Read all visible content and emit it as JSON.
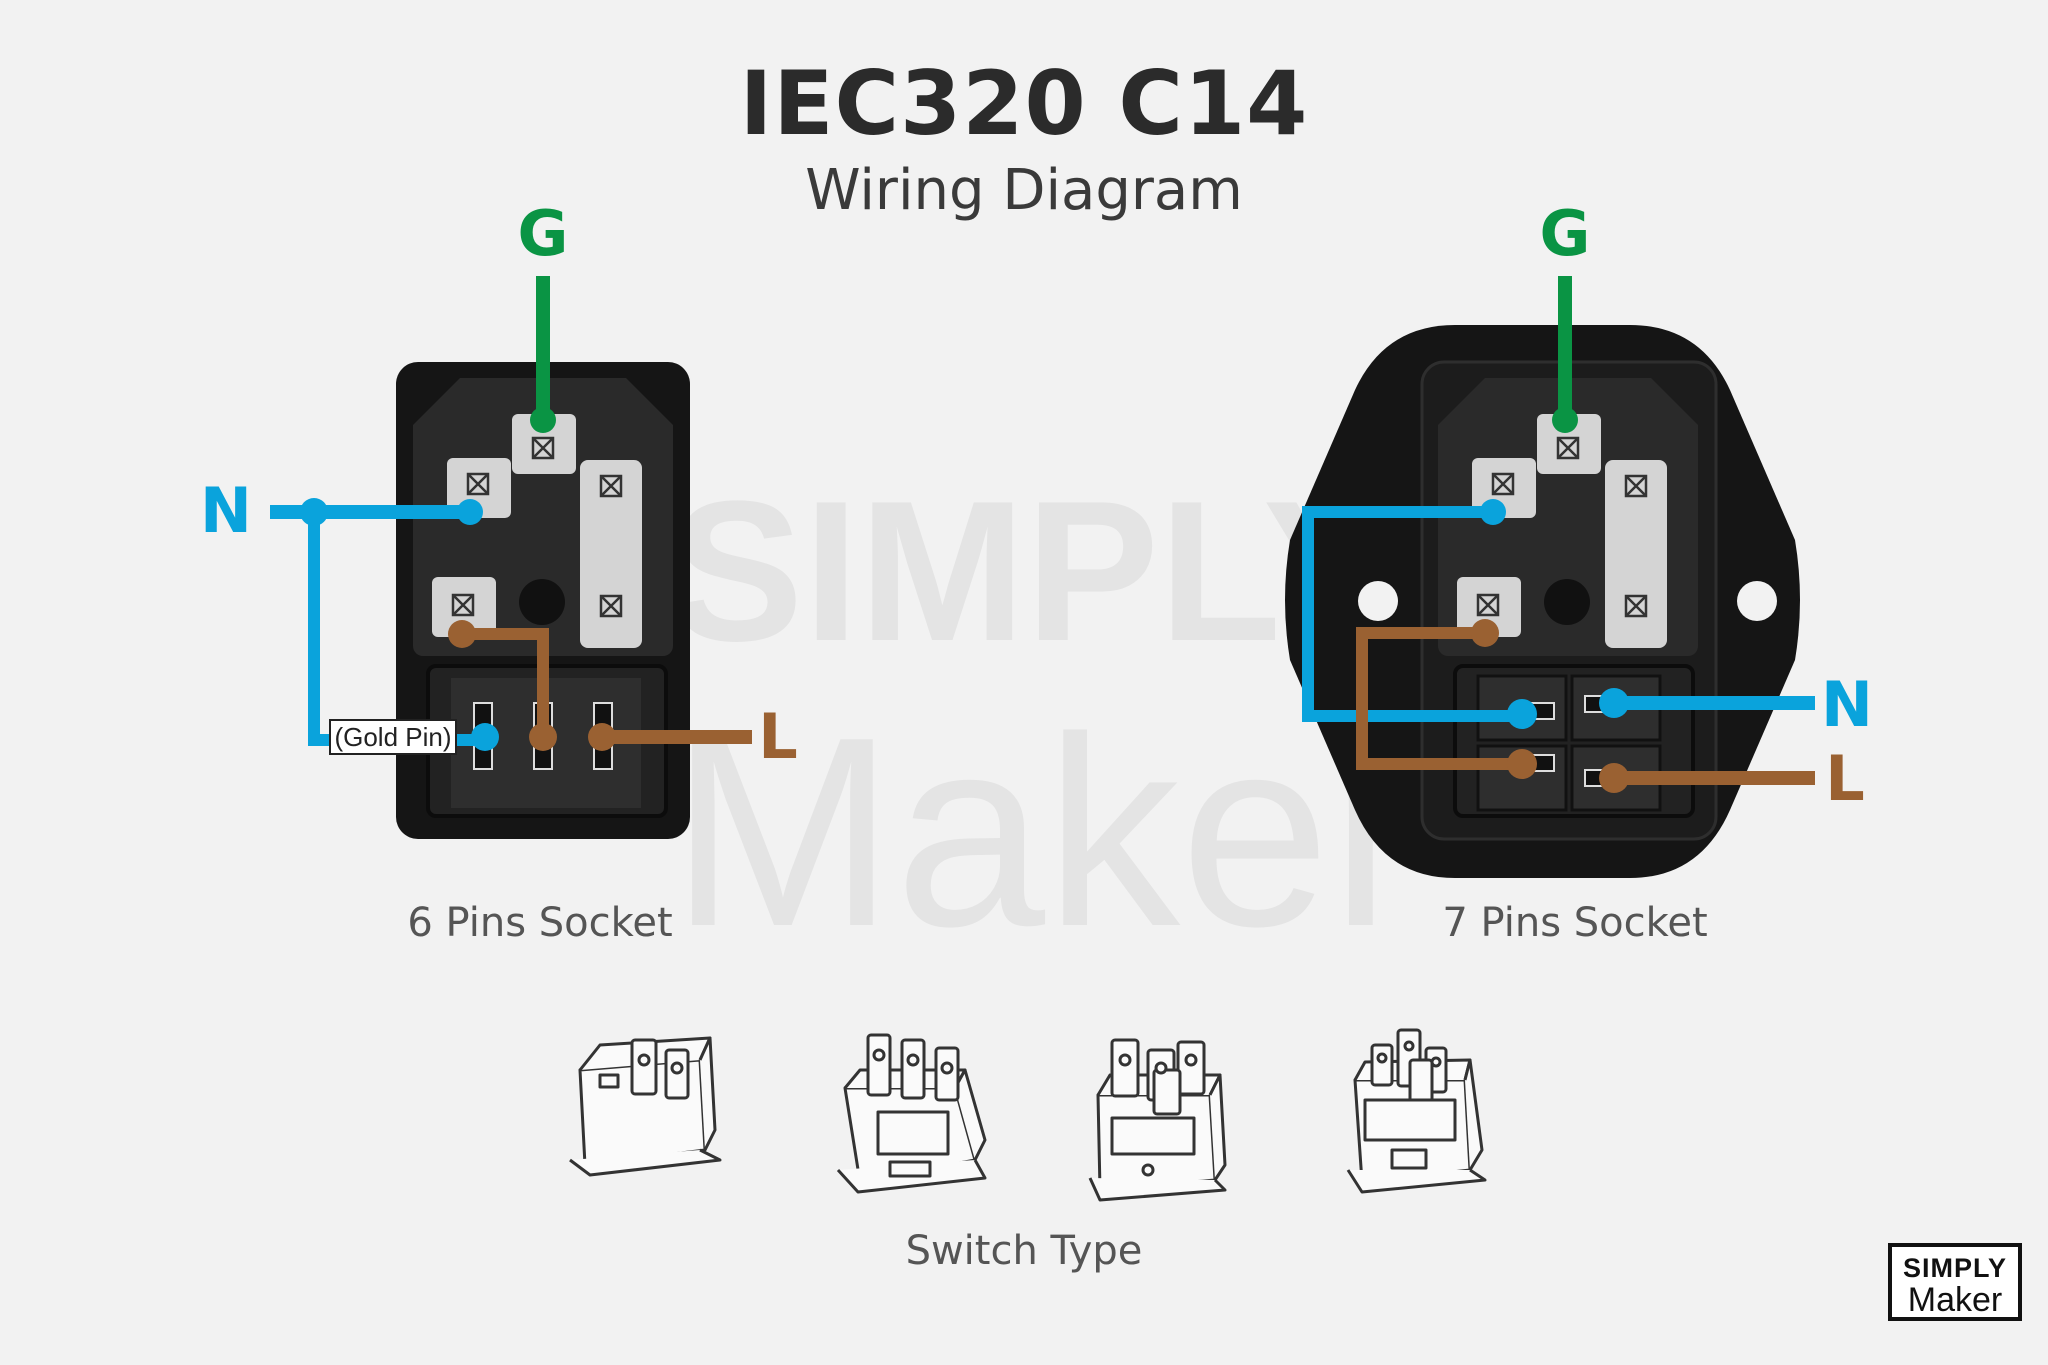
{
  "title": "IEC320 C14",
  "subtitle": "Wiring Diagram",
  "watermark": {
    "line1": "SIMPLY",
    "line2": "Maker"
  },
  "socket6": {
    "caption": "6 Pins Socket",
    "label_g": "G",
    "label_n": "N",
    "label_l": "L",
    "gold_pin": "(Gold Pin)"
  },
  "socket7": {
    "caption": "7 Pins Socket",
    "label_g": "G",
    "label_n": "N",
    "label_l": "L"
  },
  "switch_caption": "Switch Type",
  "logo": {
    "line1": "SIMPLY",
    "line2": "Maker"
  },
  "colors": {
    "ground": "#0a9444",
    "neutral": "#0aa3dc",
    "live": "#9a6132",
    "socket_body": "#151515",
    "terminal": "#d4d4d4",
    "background": "#f2f2f2"
  }
}
